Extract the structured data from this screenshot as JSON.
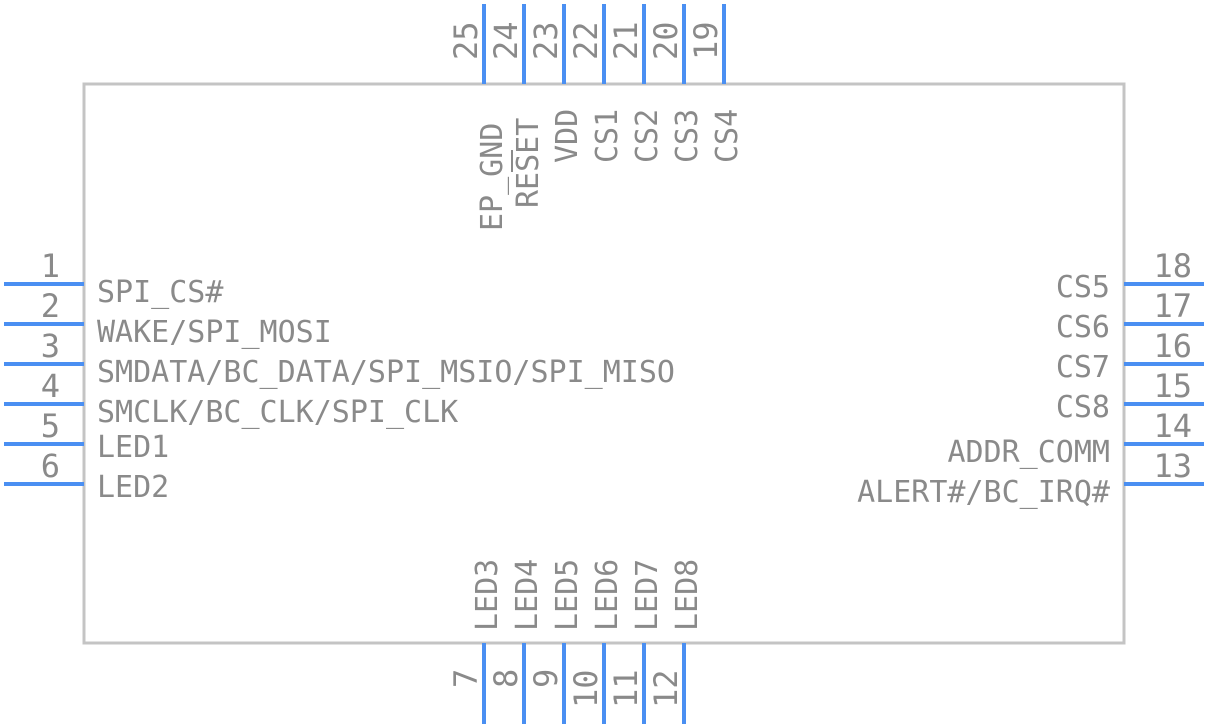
{
  "left_pins": [
    {
      "num": "1",
      "label": "SPI_CS#"
    },
    {
      "num": "2",
      "label": "WAKE/SPI_MOSI"
    },
    {
      "num": "3",
      "label": "SMDATA/BC_DATA/SPI_MSIO/SPI_MISO"
    },
    {
      "num": "4",
      "label": "SMCLK/BC_CLK/SPI_CLK"
    },
    {
      "num": "5",
      "label": "LED1"
    },
    {
      "num": "6",
      "label": "LED2"
    }
  ],
  "right_pins": [
    {
      "num": "18",
      "label": "CS5"
    },
    {
      "num": "17",
      "label": "CS6"
    },
    {
      "num": "16",
      "label": "CS7"
    },
    {
      "num": "15",
      "label": "CS8"
    },
    {
      "num": "14",
      "label": "ADDR_COMM"
    },
    {
      "num": "13",
      "label": "ALERT#/BC_IRQ#"
    }
  ],
  "top_pins": [
    {
      "num": "25",
      "label": "EP_GND"
    },
    {
      "num": "24",
      "label": "RESET"
    },
    {
      "num": "23",
      "label": "VDD"
    },
    {
      "num": "22",
      "label": "CS1"
    },
    {
      "num": "21",
      "label": "CS2"
    },
    {
      "num": "20",
      "label": "CS3"
    },
    {
      "num": "19",
      "label": "CS4"
    }
  ],
  "bottom_pins": [
    {
      "num": "7",
      "label": "LED3"
    },
    {
      "num": "8",
      "label": "LED4"
    },
    {
      "num": "9",
      "label": "LED5"
    },
    {
      "num": "10",
      "label": "LED6"
    },
    {
      "num": "11",
      "label": "LED7"
    },
    {
      "num": "12",
      "label": "LED8"
    }
  ],
  "colors": {
    "pin": "#4a8ff2",
    "outline": "#c4c4c4",
    "text": "#8a8a8a"
  }
}
